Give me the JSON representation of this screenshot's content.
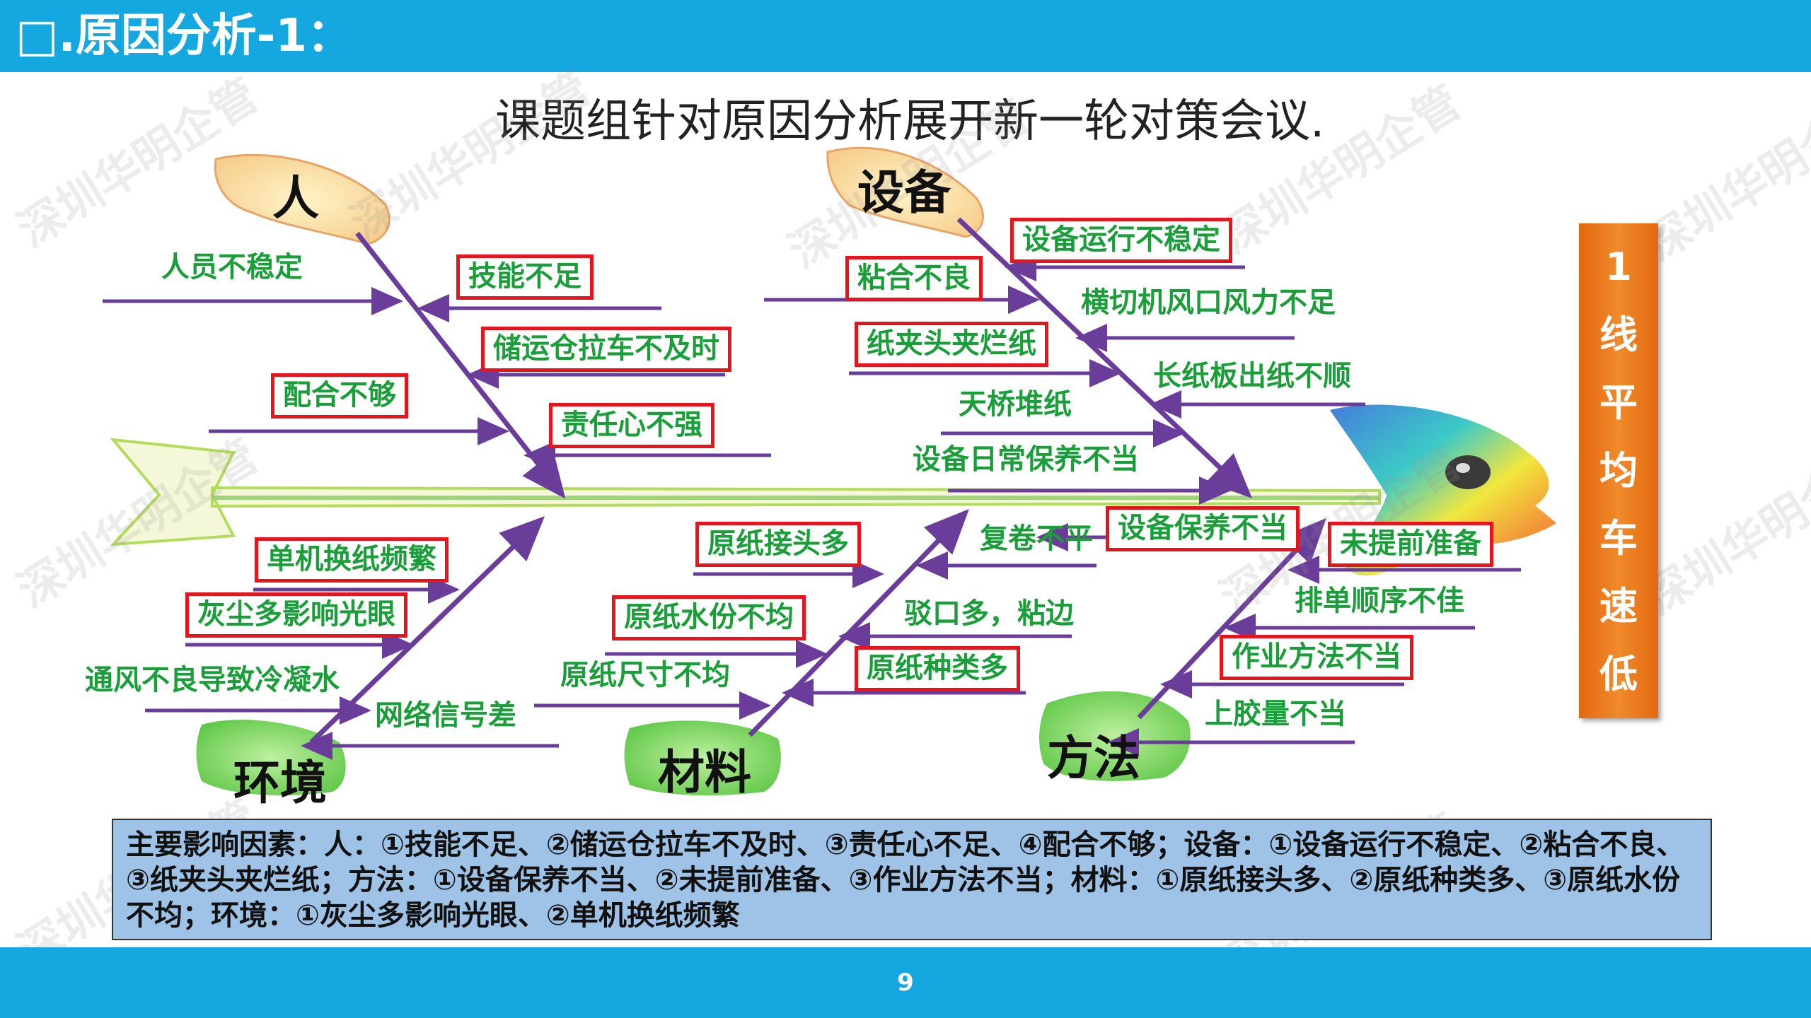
{
  "header": {
    "title": "□.原因分析-1："
  },
  "subtitle": "课题组针对原因分析展开新一轮对策会议.",
  "watermark": "深圳华明企管",
  "effect": {
    "label": "1线平均车速低",
    "color": "#e97a1c"
  },
  "categories": {
    "people": "人",
    "equipment": "设备",
    "environment": "环境",
    "material": "材料",
    "method": "方法"
  },
  "causes": {
    "people": [
      {
        "text": "人员不稳定",
        "key": false
      },
      {
        "text": "技能不足",
        "key": true
      },
      {
        "text": "储运仓拉车不及时",
        "key": true
      },
      {
        "text": "配合不够",
        "key": true
      },
      {
        "text": "责任心不强",
        "key": true
      }
    ],
    "equipment": [
      {
        "text": "设备运行不稳定",
        "key": true
      },
      {
        "text": "粘合不良",
        "key": true
      },
      {
        "text": "横切机风口风力不足",
        "key": false
      },
      {
        "text": "纸夹头夹烂纸",
        "key": true
      },
      {
        "text": "长纸板出纸不顺",
        "key": false
      },
      {
        "text": "天桥堆纸",
        "key": false
      },
      {
        "text": "设备日常保养不当",
        "key": false
      }
    ],
    "environment": [
      {
        "text": "单机换纸频繁",
        "key": true
      },
      {
        "text": "灰尘多影响光眼",
        "key": true
      },
      {
        "text": "通风不良导致冷凝水",
        "key": false
      },
      {
        "text": "网络信号差",
        "key": false
      }
    ],
    "material": [
      {
        "text": "原纸接头多",
        "key": true
      },
      {
        "text": "原纸水份不均",
        "key": true
      },
      {
        "text": "原纸尺寸不均",
        "key": false
      },
      {
        "text": "驳口多，粘边",
        "key": false
      },
      {
        "text": "原纸种类多",
        "key": true
      }
    ],
    "method": [
      {
        "text": "复卷不平",
        "key": false
      },
      {
        "text": "设备保养不当",
        "key": true
      },
      {
        "text": "未提前准备",
        "key": true
      },
      {
        "text": "排单顺序不佳",
        "key": false
      },
      {
        "text": "作业方法不当",
        "key": true
      },
      {
        "text": "上胶量不当",
        "key": false
      }
    ]
  },
  "summary": "主要影响因素：人：①技能不足、②储运仓拉车不及时、③责任心不足、④配合不够；设备：①设备运行不稳定、②粘合不良、③纸夹头夹烂纸；方法：①设备保养不当、②未提前准备、③作业方法不当；材料：①原纸接头多、②原纸种类多、③原纸水份不均；环境：①灰尘多影响光眼、②单机换纸频繁",
  "page_number": "9",
  "colors": {
    "bar": "#14a7e0",
    "cause_text": "#1a9e3a",
    "key_cause_border": "#e8141c",
    "bone": "#6a3d9a",
    "summary_bg": "#9ec3e6"
  }
}
